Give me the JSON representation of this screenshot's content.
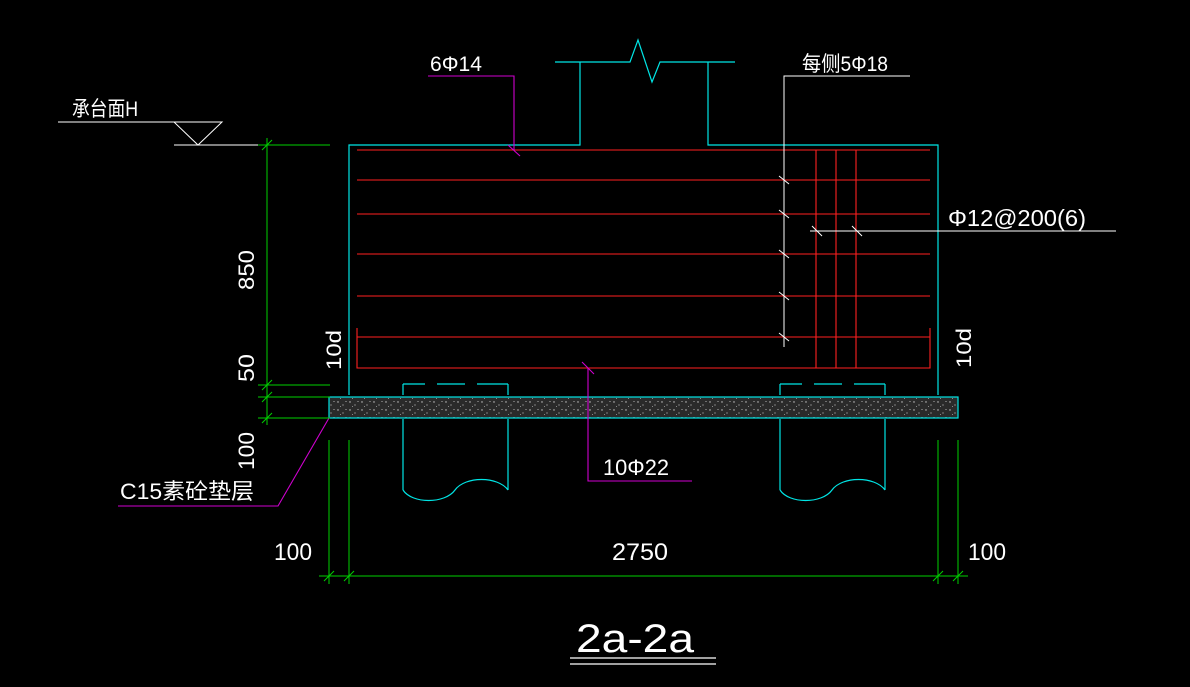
{
  "colors": {
    "background": "#000000",
    "outline": "#00e5e5",
    "rebar": "#ff2020",
    "leader": "#d000d0",
    "dimension": "#00d000",
    "text": "#ffffff",
    "pad_fill": "#3a3a3a"
  },
  "labels": {
    "top_bars": "6Φ14",
    "side_bars": "每侧5Φ18",
    "stirrups": "Φ12@200(6)",
    "cap_surface": "承台面H",
    "bottom_bars": "10Φ22",
    "cushion": "C15素砼垫层",
    "anchor_left": "10d",
    "anchor_right": "10d"
  },
  "dimensions": {
    "height_main": "850",
    "height_pad": "50",
    "height_cushion": "100",
    "left_offset": "100",
    "width_main": "2750",
    "right_offset": "100"
  },
  "section_title": "2a-2a"
}
